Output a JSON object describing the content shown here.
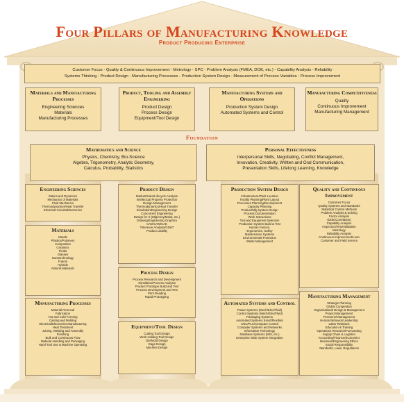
{
  "header": {
    "title": "Four Pillars of Manufacturing Knowledge",
    "subtitle": "Product Producing Enterprise"
  },
  "banner": {
    "line1": "Customer Focus - Quality & Continuous Improvement - Metrology - SPC - Problem Analysis (FMEA, DOE, etc.) - Capability Analysis - Reliability",
    "line2": "Systems Thinking - Product Design - Manufacturing Processes - Production System Design - Measurement of Process Variables - Process Improvement"
  },
  "pillars": [
    {
      "title": "Materials and Manufacturing Processes",
      "items": [
        "Engineering Sciences",
        "Materials",
        "Manufacturing Processes"
      ]
    },
    {
      "title": "Product, Tooling and Assembly Engineering",
      "items": [
        "Product Design",
        "Process Design",
        "Equipment/Tool Design"
      ]
    },
    {
      "title": "Manufacturing Systems and Operations",
      "items": [
        "Production System Design",
        "Automated Systems and Control"
      ]
    },
    {
      "title": "Manufacturing Competitiveness",
      "items": [
        "Quality",
        "Continuous Improvement",
        "Manufacturing Management"
      ]
    }
  ],
  "foundation_label": "Foundation",
  "foundation": [
    {
      "title": "Mathematics and Science",
      "lines": [
        "Physics, Chemistry, Bio-Science",
        "Algebra, Trigonometry, Analytic Geometry,",
        "Calculus, Probability, Statistics"
      ]
    },
    {
      "title": "Personal Effectiveness",
      "lines": [
        "Interpersonal Skills, Negotiating, Conflict Management,",
        "Innovation, Creativity, Written and Oral Communication,",
        "Presentation Skills, Lifelong Learning, Knowledge"
      ]
    }
  ],
  "details": {
    "engineering_sciences": {
      "title": "Engineering Sciences",
      "items": [
        "Statics and Dynamics",
        "Mechanics of Materials",
        "Fluid Mechanics",
        "Thermodynamics/Heat Transfer",
        "Electrical Circuits/Electronics"
      ]
    },
    "materials": {
      "title": "Materials",
      "items": [
        "Metals",
        "Plastics/Polymers",
        "Composites",
        "Ceramics",
        "Fluids",
        "Glasses",
        "Nanotechnology",
        "Foams",
        "Hybrids",
        "Natural Materials"
      ]
    },
    "manufacturing_processes": {
      "title": "Manufacturing Processes",
      "items": [
        "Material Removal",
        "Fabrication",
        "Hot and Cold Forming",
        "Casting and Molding",
        "Electrical/Electronics Manufacturing",
        "Heat Treatment",
        "Joining, Welding and Assembly",
        "Finishing",
        "Bulk and Continuous Flow",
        "Material Handling and Packaging",
        "Hand Tool Use & Machine Operating"
      ]
    },
    "product_design": {
      "title": "Product Design",
      "items": [
        "Market/Sales/Lifecycle Analysis",
        "Intellectual Property Protection",
        "Design Management",
        "Thermodynamics/Heat Transfer",
        "Simulation/Engineering Design",
        "Concurrent Engineering",
        "Design for X (Mfg/Assy/Maint, etc.)",
        "Drawing/Engineering Graphics",
        "CAD/CAM/CAE",
        "Tolerance Analysis/GD&T",
        "Product Liability"
      ]
    },
    "process_design": {
      "title": "Process Design",
      "items": [
        "Process Research and Development",
        "Simulation/Process Analysis",
        "Product Prototype Build and Test",
        "Process Development and Test",
        "Print Reading",
        "Rapid Prototyping"
      ]
    },
    "equipment_tool_design": {
      "title": "Equipment/Tool Design",
      "items": [
        "Cutting Tool Design",
        "Work Holding Tool Design",
        "Die/Mold Design",
        "Gage Design",
        "Machine Design"
      ]
    },
    "production_system_design": {
      "title": "Production System Design",
      "items": [
        "Infrastructure/Plant Location",
        "Facility Planning/Plant Layout",
        "Processes Planning/Development",
        "Capacity Planning",
        "Product/Mfg System Design",
        "Process Documentation",
        "Work Instructions",
        "Tool and Equipment Selection",
        "Production System Build & Test",
        "Human Factors,",
        "Ergonomics, Safety",
        "Maintenance Systems",
        "Environmental Protection",
        "Waste Management"
      ]
    },
    "automated_systems": {
      "title": "Automated Systems and Control",
      "items": [
        "Power Systems (Mech/Elec/Fluid)",
        "Control Systems (Mech/Elec/Fluid)",
        "Packaging Systems",
        "Automated Systems (Hard/Flexible)",
        "CNC/PLC/Computer Control",
        "Computer Systems and Networks",
        "Information Technology",
        "Database Systems (MIS, etc.)",
        "Enterprise Wide System Integration"
      ]
    },
    "quality": {
      "title": "Quality and Continuous Improvement",
      "items": [
        "Customer Focus",
        "Quality Systems and Standards",
        "Statistical Control Methods",
        "Problem Analysis & Solving",
        "Factor Analysis",
        "(DOE/Correlation)",
        "Capability Analysis",
        "Inspection/Test/Validation",
        "Metrology",
        "Reliability Analysis",
        "Continuous Improvement/Lean",
        "Customer and Field Service"
      ]
    },
    "manufacturing_management": {
      "title": "Manufacturing Management",
      "items": [
        "Strategic Planning",
        "Global Competition",
        "Organizational Design & Management",
        "Project Management",
        "Personnel Management",
        "Human Behavior/Leadership",
        "Labor Relations",
        "Education & Training",
        "Operations Research/Forecasting",
        "Supply Chain & Logistics",
        "Accounting/Finance/Economics",
        "Business/Engineering Ethics",
        "Social Responsibility",
        "Standards, Laws, Regulations"
      ]
    }
  },
  "colors": {
    "title_orange": "#d5451d",
    "box_fill": "#f6dfa8",
    "pillar_stone": "#f3e5c9",
    "border": "#9c8a6a"
  }
}
